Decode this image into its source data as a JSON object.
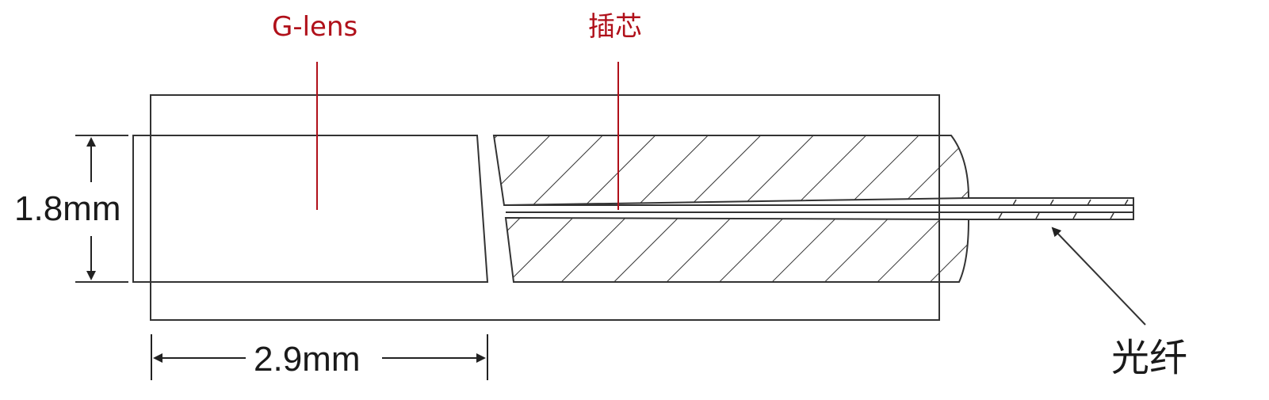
{
  "diagram": {
    "labels": {
      "glens": "G-lens",
      "ferrule": "插芯",
      "fiber": "光纤"
    },
    "dimensions": {
      "height": "1.8mm",
      "length": "2.9mm"
    },
    "colors": {
      "label_accent": "#b0101a",
      "line": "#333333",
      "text": "#1a1a1a"
    }
  }
}
